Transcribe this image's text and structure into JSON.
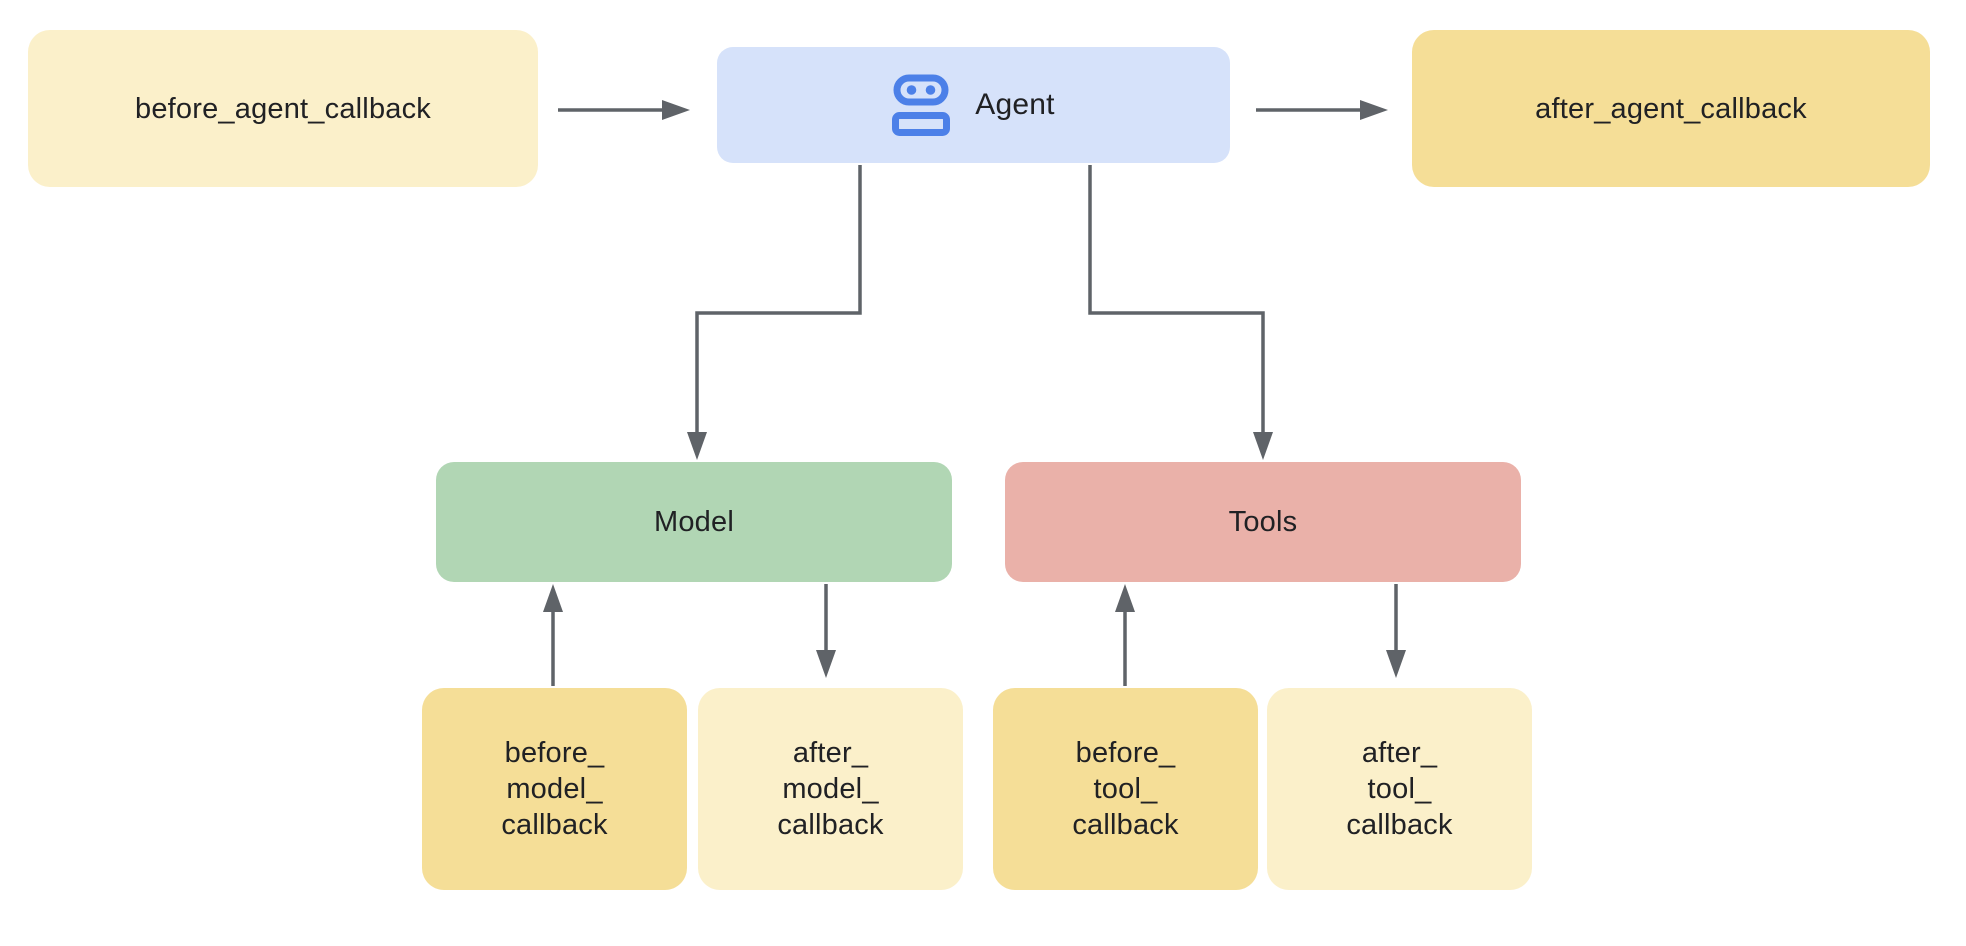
{
  "diagram": {
    "background": "#ffffff",
    "colors": {
      "light_yellow": "#fbf0ca",
      "dark_yellow": "#f5de97",
      "agent_blue": "#d6e2fa",
      "model_green": "#b1d6b4",
      "tools_salmon": "#eab1a9",
      "arrow_gray": "#5f6368",
      "text_dark": "#202124",
      "robot_blue": "#4c80e8"
    },
    "nodes": {
      "before_agent": {
        "label": "before_agent_callback"
      },
      "agent": {
        "label": "Agent",
        "icon": "robot-icon"
      },
      "after_agent": {
        "label": "after_agent_callback"
      },
      "model": {
        "label": "Model"
      },
      "tools": {
        "label": "Tools"
      },
      "before_model": {
        "label": "before_\nmodel_\ncallback"
      },
      "after_model": {
        "label": "after_\nmodel_\ncallback"
      },
      "before_tool": {
        "label": "before_\ntool_\ncallback"
      },
      "after_tool": {
        "label": "after_\ntool_\ncallback"
      }
    },
    "edges": [
      {
        "from": "before_agent_callback",
        "to": "Agent"
      },
      {
        "from": "Agent",
        "to": "after_agent_callback"
      },
      {
        "from": "Agent",
        "to": "Model"
      },
      {
        "from": "Agent",
        "to": "Tools"
      },
      {
        "from": "before_model_callback",
        "to": "Model"
      },
      {
        "from": "Model",
        "to": "after_model_callback"
      },
      {
        "from": "before_tool_callback",
        "to": "Tools"
      },
      {
        "from": "Tools",
        "to": "after_tool_callback"
      }
    ]
  }
}
